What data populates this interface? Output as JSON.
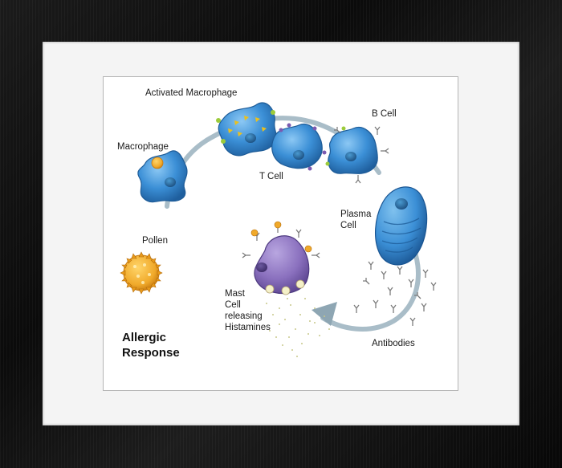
{
  "labels": {
    "activated_macrophage": "Activated Macrophage",
    "b_cell": "B Cell",
    "macrophage": "Macrophage",
    "t_cell": "T Cell",
    "plasma_cell": "Plasma\nCell",
    "pollen": "Pollen",
    "mast_cell": "Mast\nCell\nreleasing\nHistamines",
    "antibodies": "Antibodies"
  },
  "title": "Allergic\nResponse",
  "colors": {
    "frame": "#111111",
    "mat": "#f4f4f4",
    "cell_blue": "#3b8fd6",
    "cell_blue_dark": "#1f5f9e",
    "mast_purple": "#8a70be",
    "pollen_orange": "#f0a92a",
    "arrow": "#a9bdc8",
    "antibody": "#888888"
  }
}
